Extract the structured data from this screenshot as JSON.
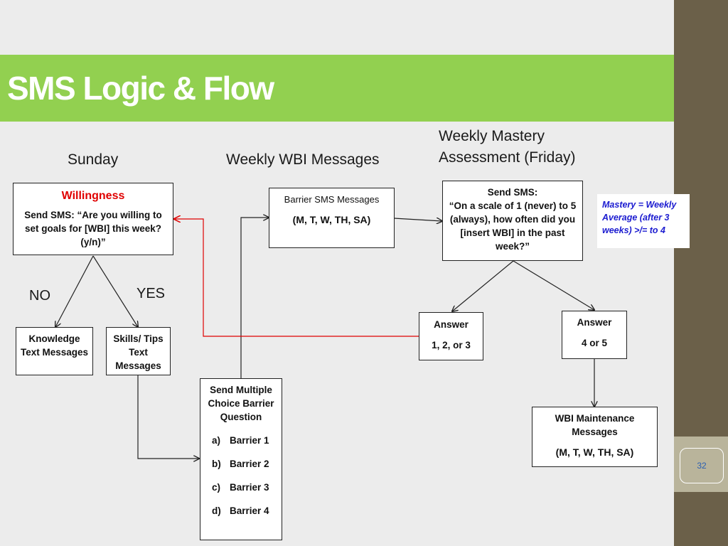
{
  "slide": {
    "title": "SMS Logic & Flow",
    "page_number": "32"
  },
  "headings": {
    "sunday": "Sunday",
    "weekly_wbi": "Weekly WBI Messages",
    "mastery_line1": "Weekly Mastery",
    "mastery_line2": "Assessment (Friday)"
  },
  "boxes": {
    "willingness": {
      "title": "Willingness",
      "text": "Send SMS: “Are you willing to set goals for [WBI] this week? (y/n)”"
    },
    "knowledge": {
      "text": "Knowledge Text Messages"
    },
    "skills": {
      "text": "Skills/ Tips Text Messages"
    },
    "barrier_sms": {
      "title": "Barrier SMS Messages",
      "days": "(M, T, W, TH, SA)"
    },
    "multiple_choice": {
      "title": "Send Multiple Choice Barrier Question",
      "items": [
        {
          "letter": "a)",
          "text": "Barrier 1"
        },
        {
          "letter": "b)",
          "text": "Barrier 2"
        },
        {
          "letter": "c)",
          "text": "Barrier 3"
        },
        {
          "letter": "d)",
          "text": "Barrier 4"
        }
      ]
    },
    "send_sms_mastery": {
      "title": "Send SMS:",
      "text": "“On a scale of 1 (never) to 5 (always), how often did you [insert WBI] in the past week?”"
    },
    "answer_low": {
      "title": "Answer",
      "value": "1, 2, or 3"
    },
    "answer_high": {
      "title": "Answer",
      "value": "4 or 5"
    },
    "maintenance": {
      "title": "WBI Maintenance Messages",
      "days": "(M, T, W, TH, SA)"
    }
  },
  "edge_labels": {
    "no": "NO",
    "yes": "YES"
  },
  "note": {
    "mastery": "Mastery = Weekly Average (after 3 weeks) >/= to 4"
  },
  "colors": {
    "title_bar": "#92d050",
    "feedback_arrow": "#e00000",
    "note_text": "#1b1bd0",
    "side_band": "#6b6049"
  }
}
